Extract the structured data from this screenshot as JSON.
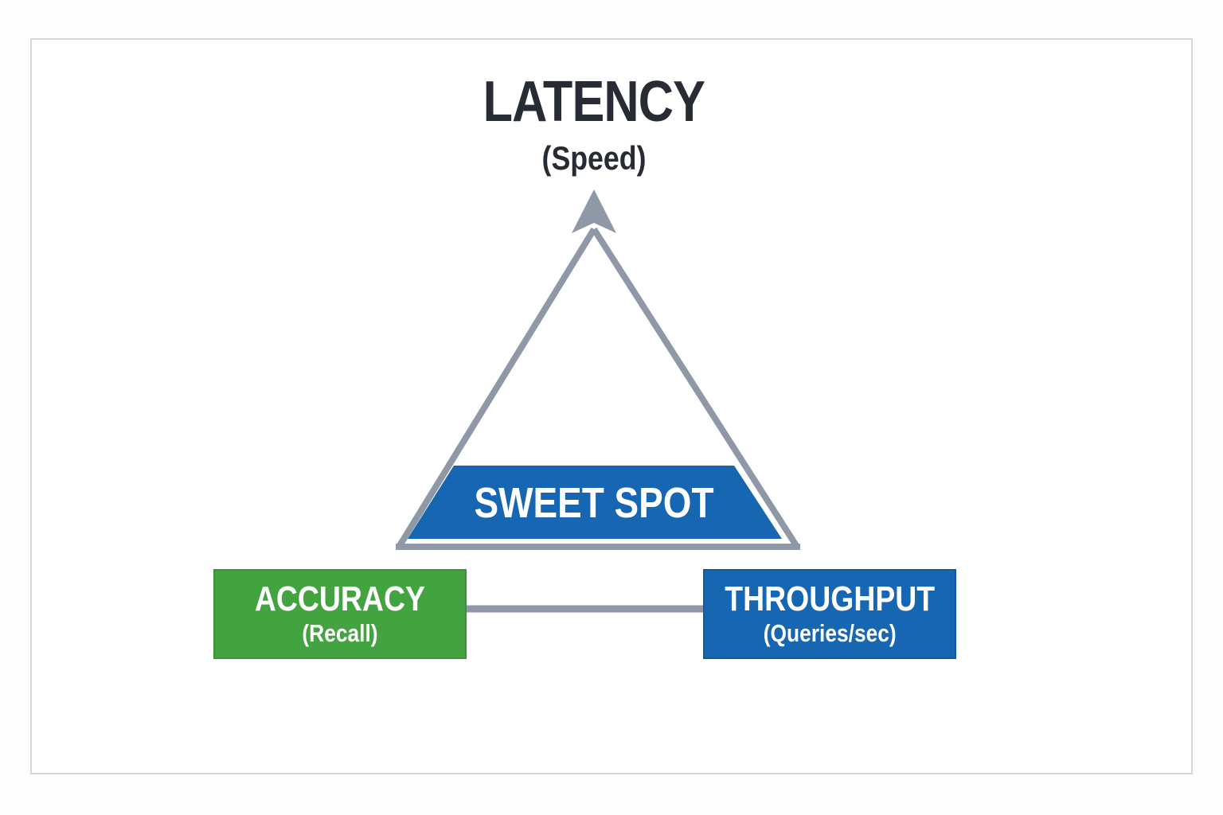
{
  "frame": {
    "border_color": "#d6d7db",
    "background": "#ffffff"
  },
  "title": {
    "text": "LATENCY",
    "subtitle": "(Speed)",
    "color": "#272b33"
  },
  "triangle": {
    "stroke_color": "#8f98a6"
  },
  "sweet_spot": {
    "label": "SWEET SPOT",
    "fill_color": "#1766b2",
    "text_color": "#ffffff"
  },
  "connector": {
    "color": "#8f98a6"
  },
  "nodes": {
    "accuracy": {
      "label": "ACCURACY",
      "sublabel": "(Recall)",
      "fill_color": "#43a340",
      "border_color": "#389537",
      "text_color": "#ffffff"
    },
    "throughput": {
      "label": "THROUGHPUT",
      "sublabel": "(Queries/sec)",
      "fill_color": "#1766b2",
      "border_color": "#1159a0",
      "text_color": "#ffffff"
    }
  }
}
